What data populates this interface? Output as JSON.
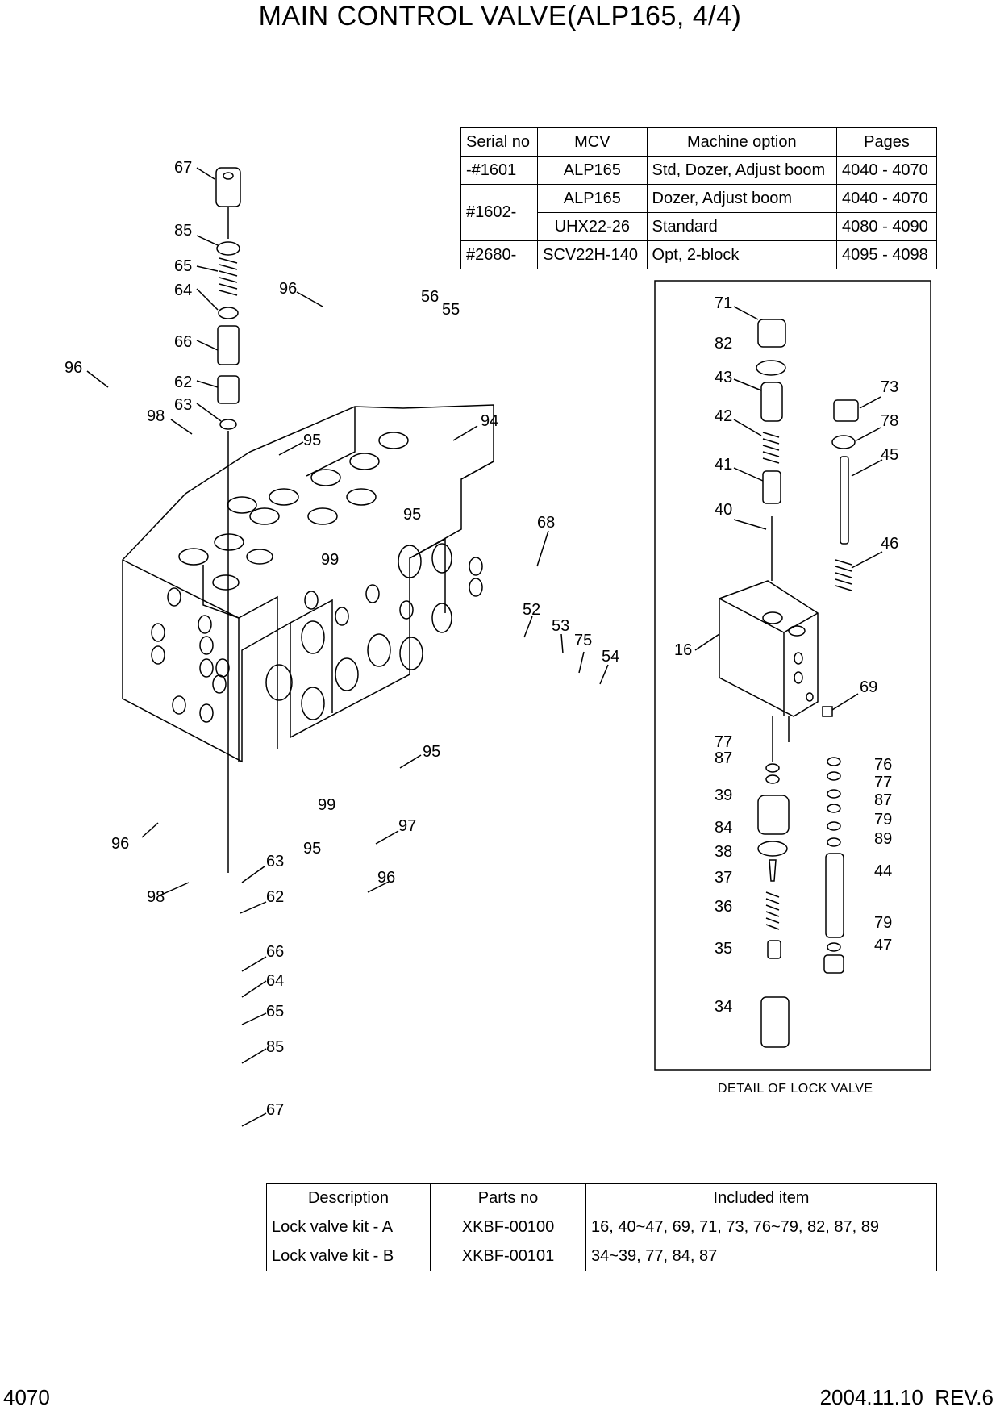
{
  "title": "MAIN CONTROL VALVE(ALP165, 4/4)",
  "serial_table": {
    "headers": [
      "Serial no",
      "MCV",
      "Machine option",
      "Pages"
    ],
    "rows": [
      [
        "-#1601",
        "ALP165",
        "Std, Dozer, Adjust boom",
        "4040 - 4070"
      ],
      [
        "#1602-",
        "ALP165",
        "Dozer, Adjust boom",
        "4040 - 4070"
      ],
      [
        "",
        "UHX22-26",
        "Standard",
        "4080 - 4090"
      ],
      [
        "#2680-",
        "SCV22H-140",
        "Opt, 2-block",
        "4095 - 4098"
      ]
    ]
  },
  "detail_caption": "DETAIL OF LOCK VALVE",
  "kit_table": {
    "headers": [
      "Description",
      "Parts no",
      "Included item"
    ],
    "rows": [
      [
        "Lock valve kit - A",
        "XKBF-00100",
        "16, 40~47, 69, 71, 73, 76~79, 82, 87, 89"
      ],
      [
        "Lock valve kit - B",
        "XKBF-00101",
        "34~39, 77, 84, 87"
      ]
    ]
  },
  "callouts": {
    "left": [
      "67",
      "85",
      "65",
      "64",
      "66",
      "62",
      "63",
      "96",
      "96",
      "98",
      "95",
      "95",
      "94",
      "56",
      "55",
      "68",
      "99",
      "52",
      "53",
      "75",
      "54",
      "95",
      "99",
      "95",
      "97",
      "96",
      "96",
      "98",
      "63",
      "62",
      "66",
      "64",
      "65",
      "85",
      "67"
    ],
    "detail": [
      "71",
      "82",
      "43",
      "42",
      "41",
      "40",
      "73",
      "78",
      "45",
      "46",
      "16",
      "69",
      "77",
      "87",
      "39",
      "84",
      "38",
      "37",
      "36",
      "35",
      "34",
      "76",
      "77",
      "87",
      "79",
      "89",
      "44",
      "79",
      "47"
    ]
  },
  "footer": {
    "page": "4070",
    "revision": "2004.11.10  REV.6"
  }
}
